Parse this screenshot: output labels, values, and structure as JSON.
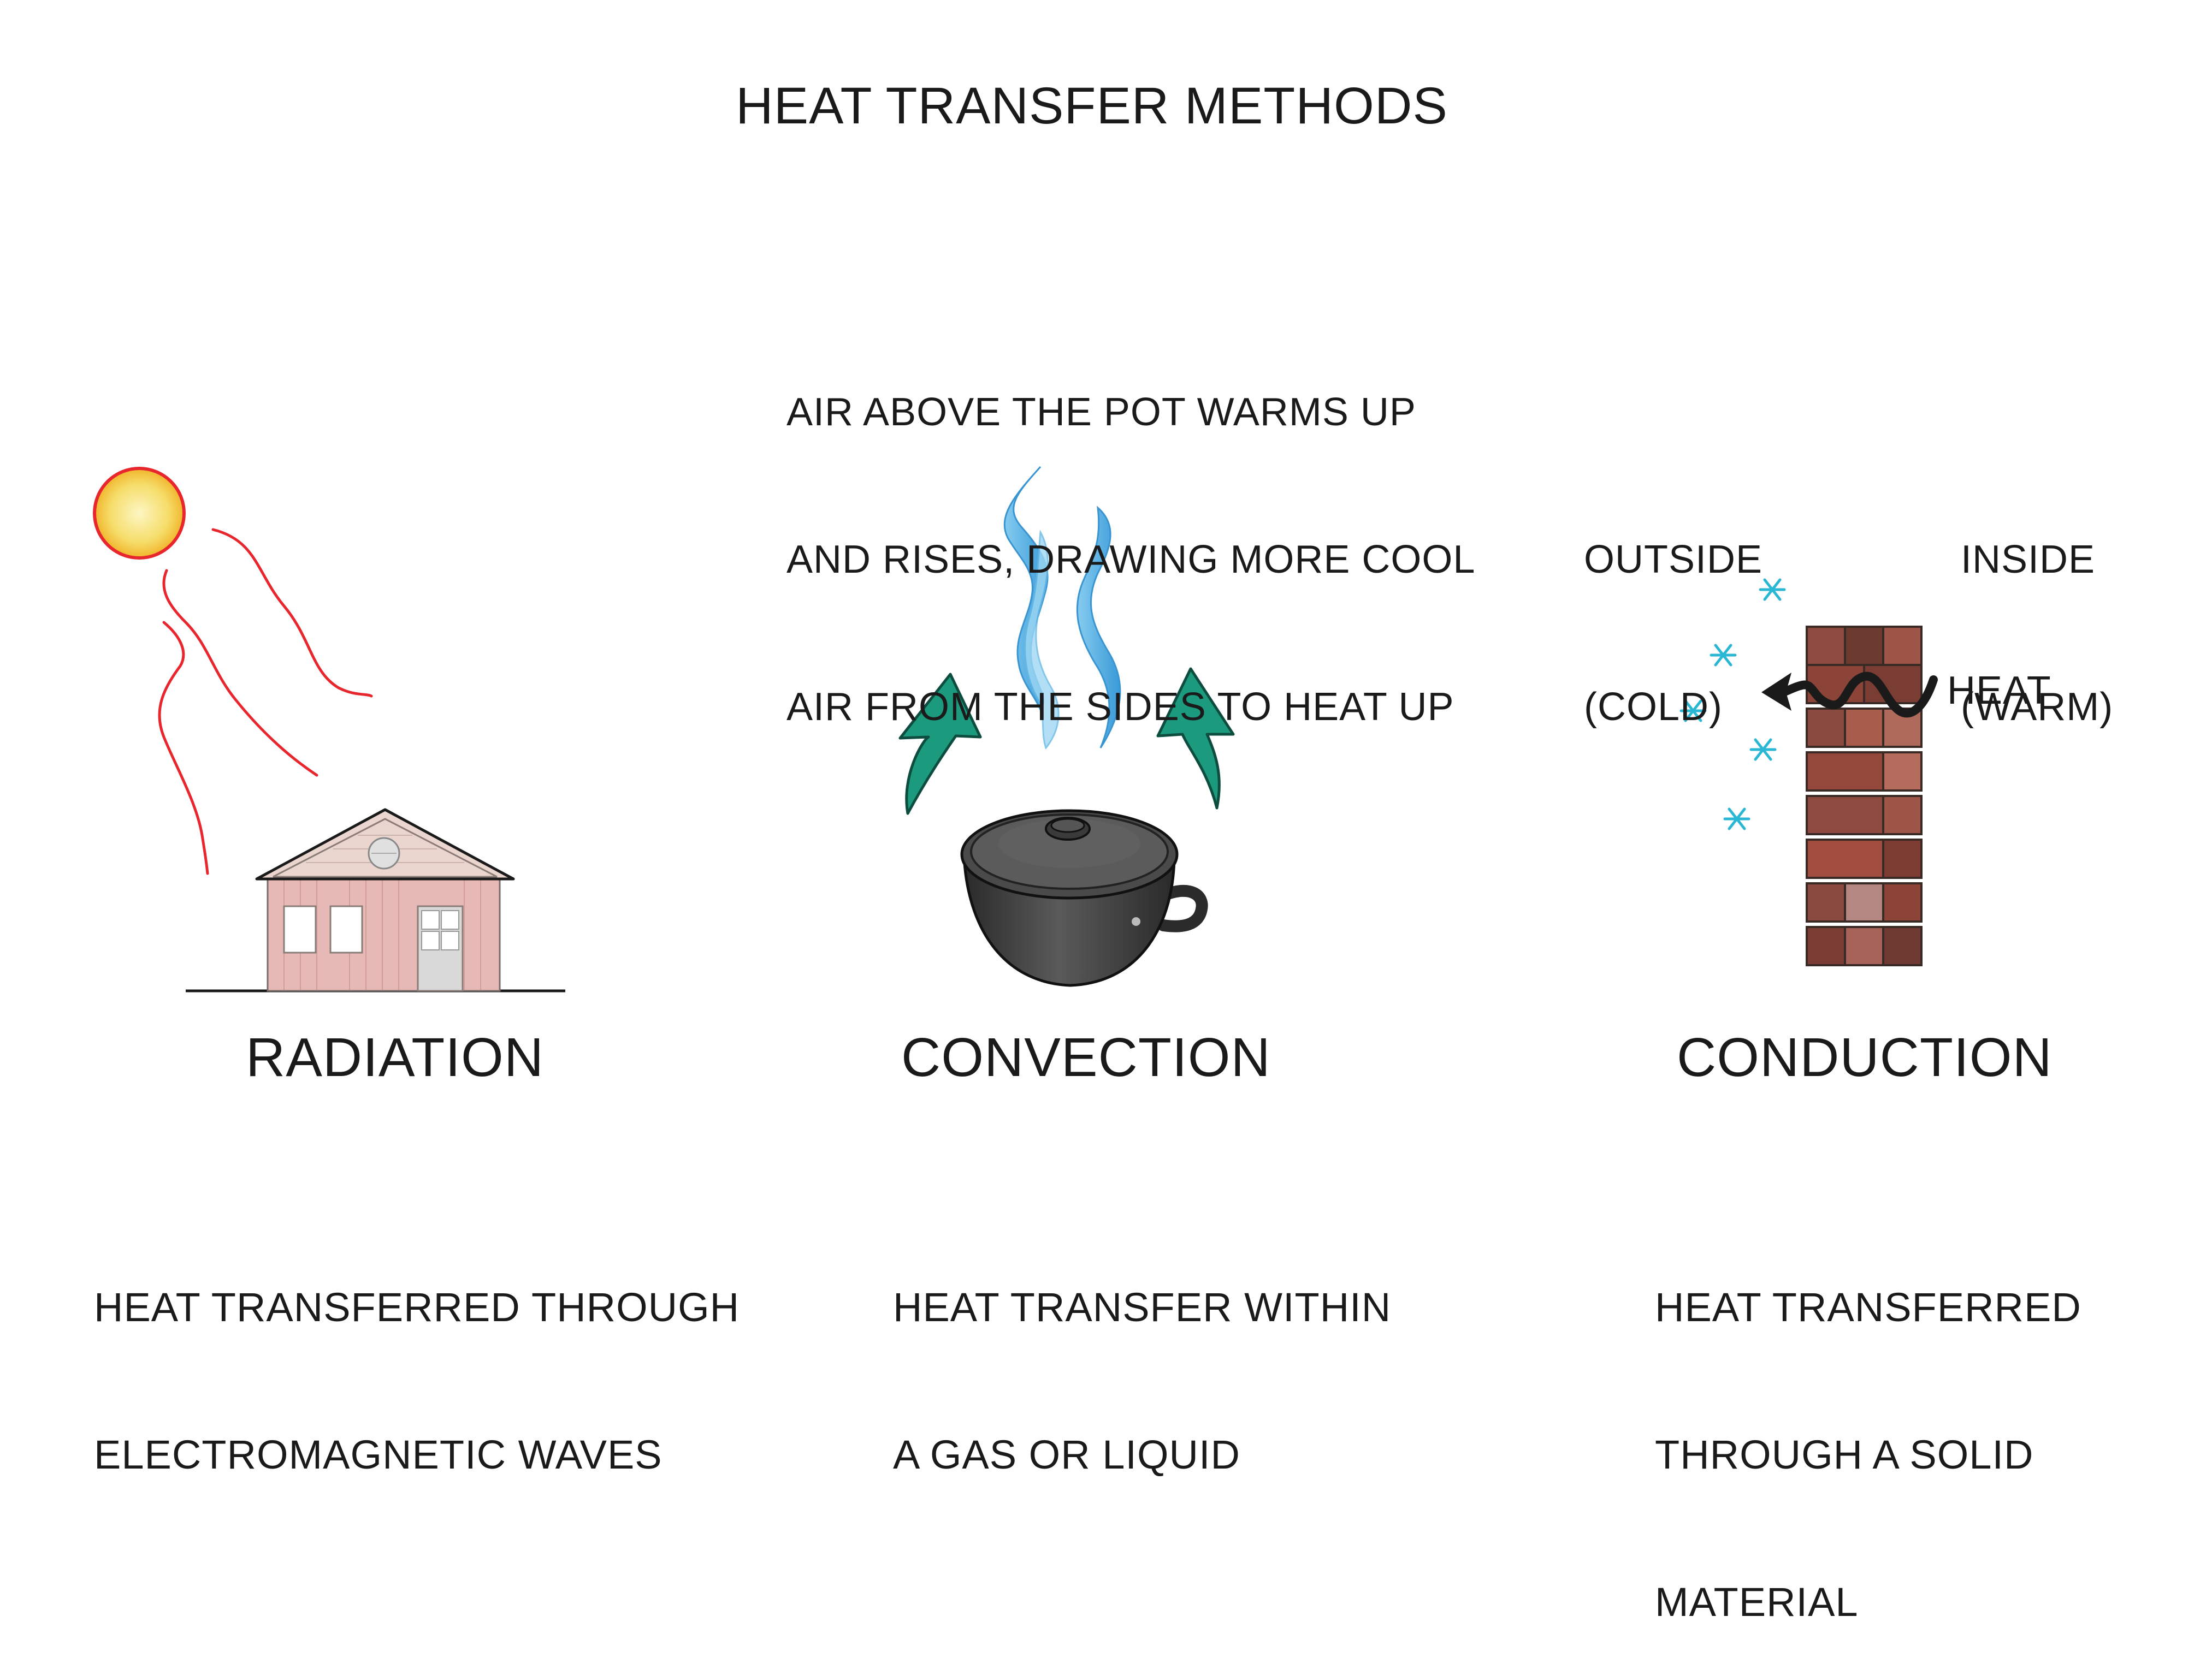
{
  "title": "HEAT TRANSFER METHODS",
  "colors": {
    "wave": "#e8262d",
    "sun_core": "#f6e27a",
    "house": "#e6b9b7",
    "roof": "#ead6cf",
    "steam": "#3aa7e0",
    "arrow": "#1c9a7e",
    "pot": "#3a3a3a",
    "brick": "#8e4a3f",
    "frost": "#29b7d4",
    "heat_arrow": "#1a1a1a"
  },
  "methods": [
    {
      "id": "radiation",
      "name": "RADIATION",
      "description": [
        "HEAT TRANSFERRED THROUGH",
        "ELECTROMAGNETIC WAVES"
      ],
      "icons": [
        "sun-icon",
        "radiation-wave-icon",
        "house-icon"
      ]
    },
    {
      "id": "convection",
      "name": "CONVECTION",
      "description": [
        "HEAT TRANSFER WITHIN",
        "A GAS OR LIQUID"
      ],
      "annotation": [
        "AIR ABOVE THE POT WARMS UP",
        "AND RISES, DRAWING MORE COOL",
        "AIR FROM THE SIDES TO HEAT UP"
      ],
      "icons": [
        "steam-icon",
        "up-arrow-icon",
        "cooking-pot-icon"
      ]
    },
    {
      "id": "conduction",
      "name": "CONDUCTION",
      "description": [
        "HEAT TRANSFERRED",
        "THROUGH A SOLID",
        "MATERIAL"
      ],
      "labels": {
        "outside": [
          "OUTSIDE",
          "(COLD)"
        ],
        "inside": [
          "INSIDE",
          "(WARM)"
        ],
        "heat": "HEAT"
      },
      "icons": [
        "brick-wall-icon",
        "snowflake-icon",
        "heat-arrow-icon"
      ]
    }
  ]
}
